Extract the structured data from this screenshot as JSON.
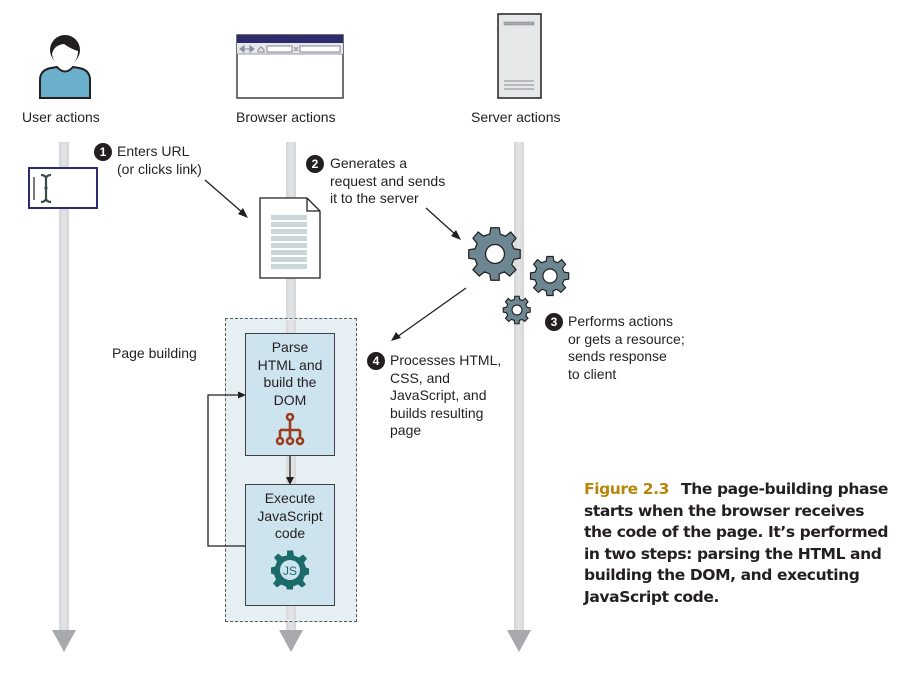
{
  "lanes": {
    "user": {
      "label": "User actions",
      "icon": "user-icon"
    },
    "browser": {
      "label": "Browser actions",
      "icon": "browser-window-icon"
    },
    "server": {
      "label": "Server actions",
      "icon": "server-icon"
    }
  },
  "steps": [
    {
      "number": "1",
      "text": "Enters URL\n(or clicks link)"
    },
    {
      "number": "2",
      "text": "Generates a\nrequest and sends\nit to the server"
    },
    {
      "number": "3",
      "text": "Performs actions\nor gets a resource;\nsends response\nto client"
    },
    {
      "number": "4",
      "text": "Processes HTML,\nCSS, and\nJavaScript, and\nbuilds resulting\npage"
    }
  ],
  "page_building": {
    "label": "Page building",
    "parse_box": "Parse\nHTML and\nbuild the\nDOM",
    "execute_box": "Execute\nJavaScript\ncode",
    "js_badge": "JS"
  },
  "caption": {
    "figure_label": "Figure 2.3",
    "text": "The page-building phase starts when the browser receives the code of the page. It’s performed in two steps: parsing the HTML and building the DOM, and executing JavaScript code."
  },
  "colors": {
    "user_shirt": "#6aafcc",
    "browser_bar": "#2e2a6e",
    "gear": "#6c8791",
    "dom_icon": "#9b3d1c",
    "js_gear": "#1c6b6b",
    "box_fill": "#cde3ee",
    "caption_accent": "#b8860b"
  }
}
